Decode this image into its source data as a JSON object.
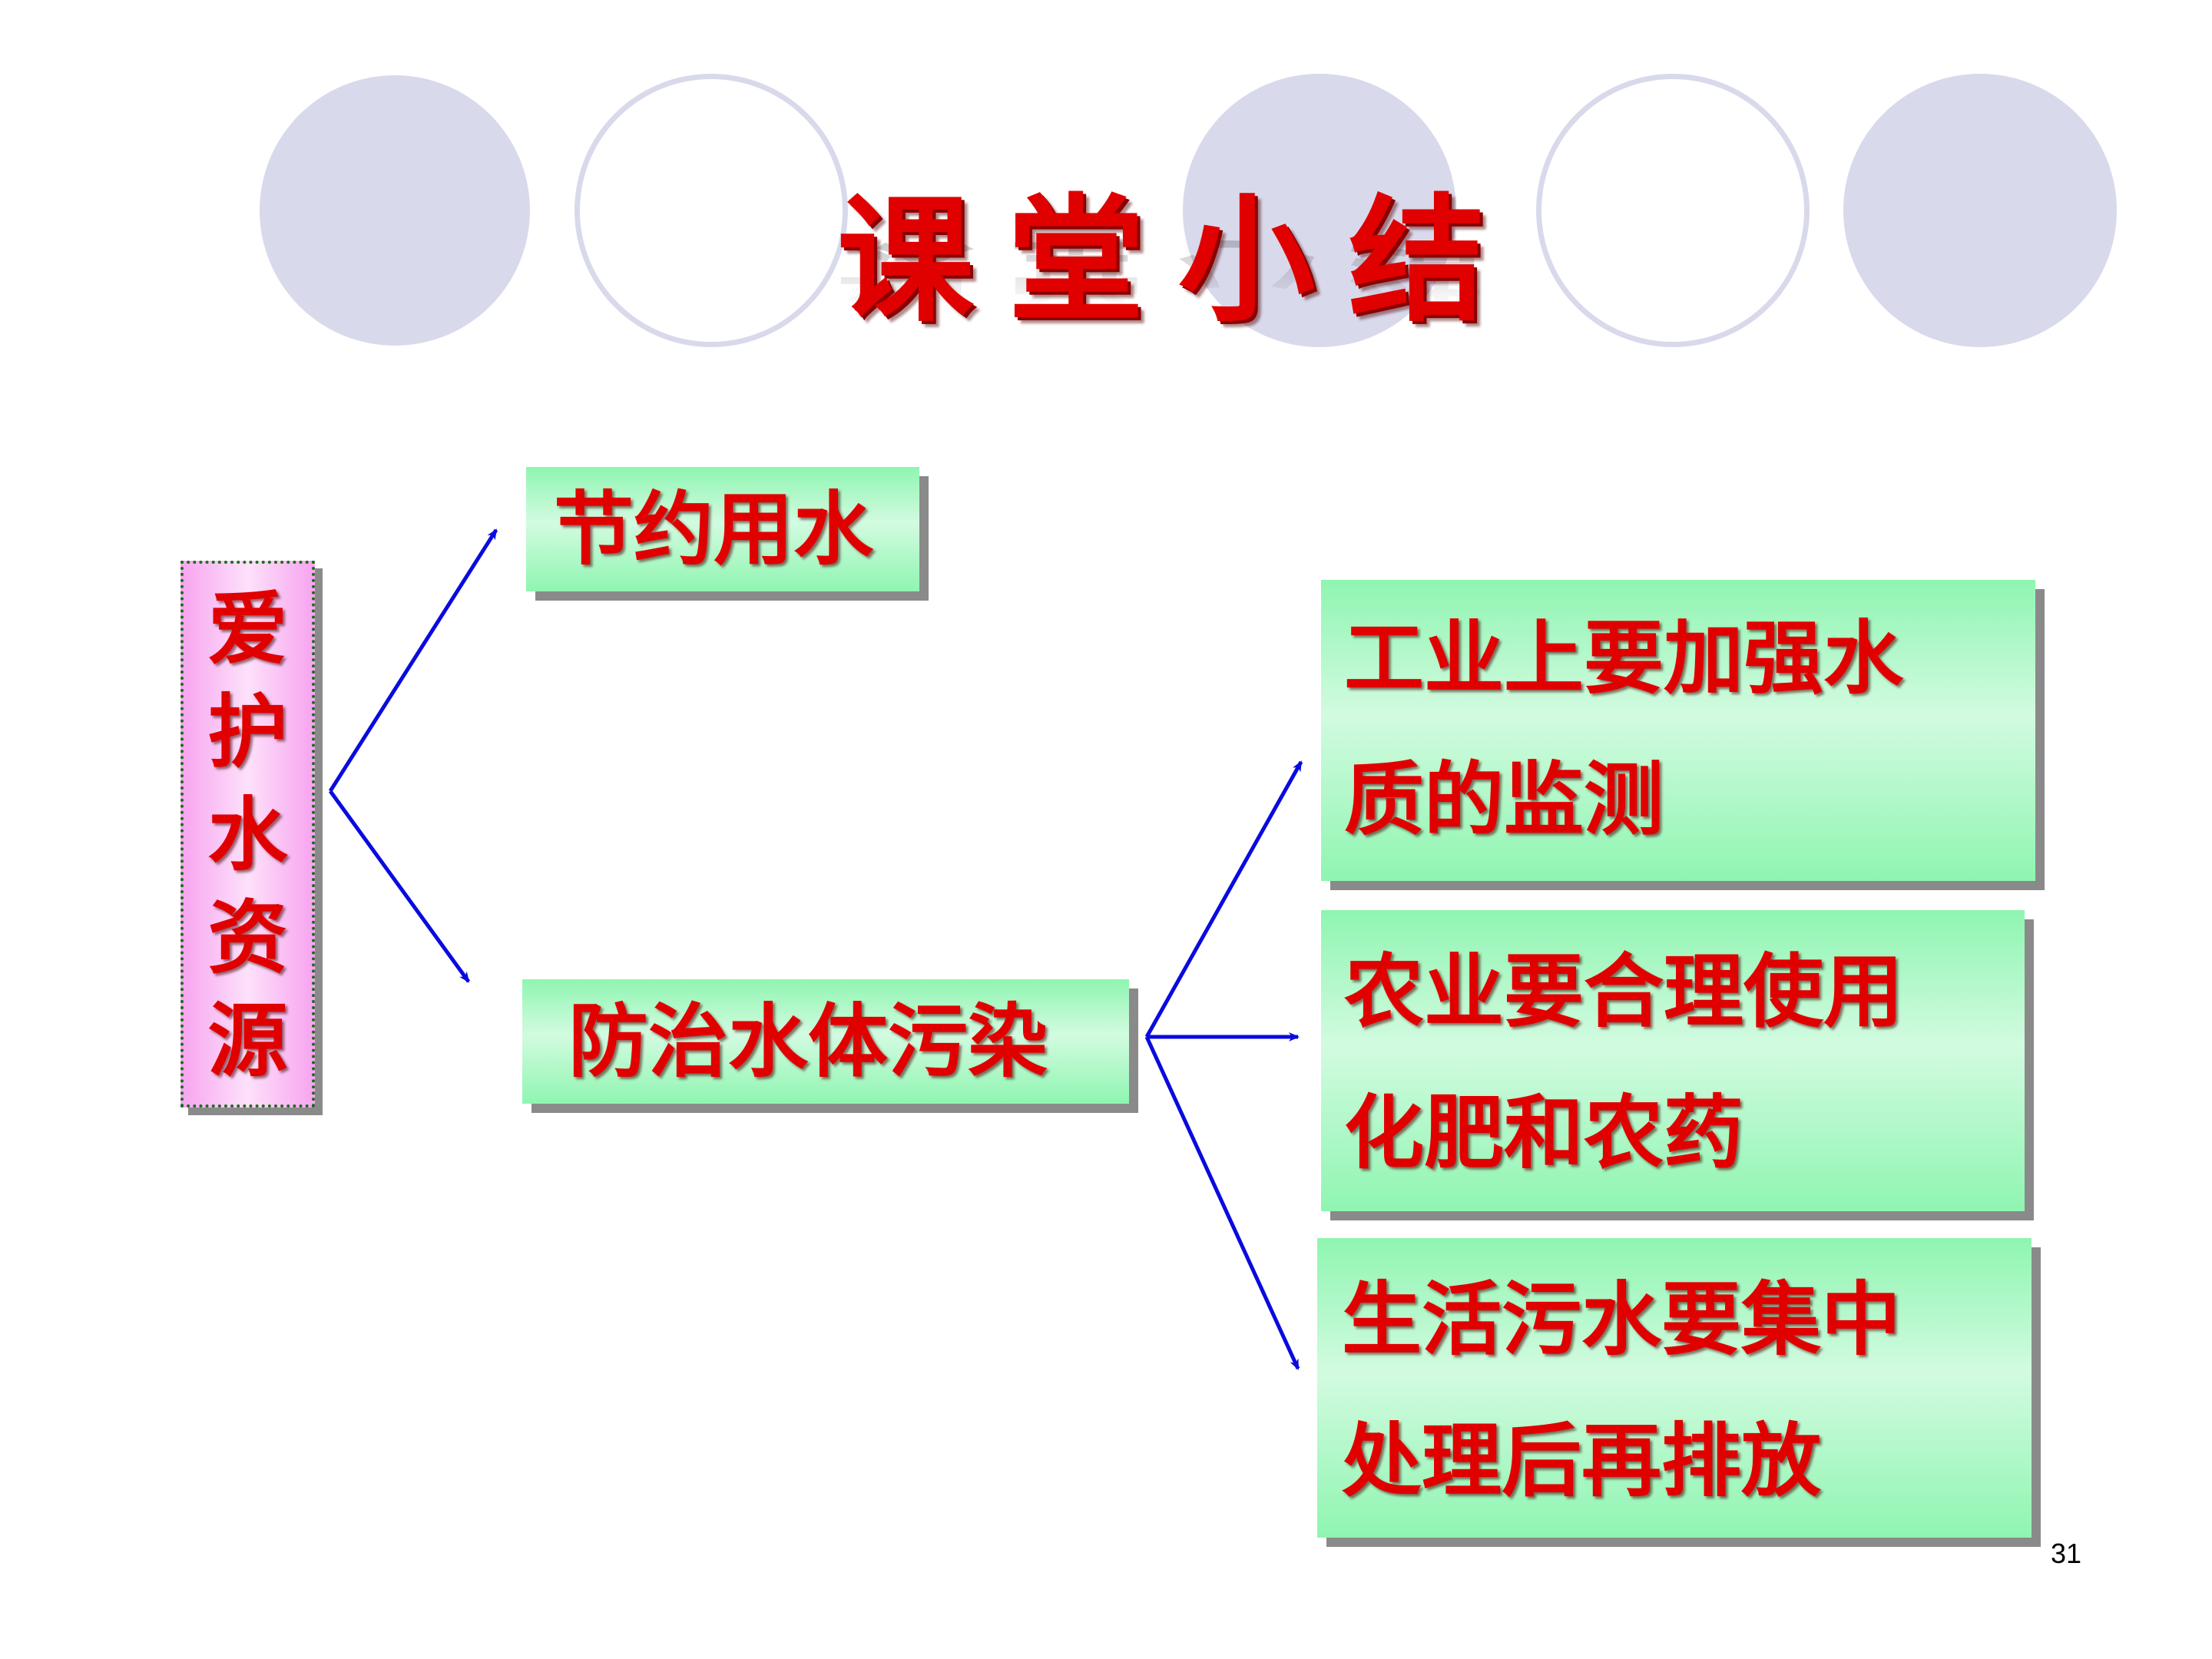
{
  "title": "课堂小结",
  "root": {
    "chars": [
      "爱",
      "护",
      "水",
      "资",
      "源"
    ]
  },
  "branches": {
    "save_water": "节约用水",
    "prevent_pollution": "防治水体污染"
  },
  "measures": [
    {
      "line1": "工业上要加强水",
      "line2": "质的监测"
    },
    {
      "line1": "农业要合理使用",
      "line2": "化肥和农药"
    },
    {
      "line1": "生活污水要集中",
      "line2": "处理后再排放"
    }
  ],
  "slide_number": "31",
  "colors": {
    "text_red": "#e00000",
    "box_green": "#8ff5b1",
    "root_pink": "#f7a6f0",
    "arrow_blue": "#0a0adf",
    "circle_lavender": "#d9d9ec"
  }
}
